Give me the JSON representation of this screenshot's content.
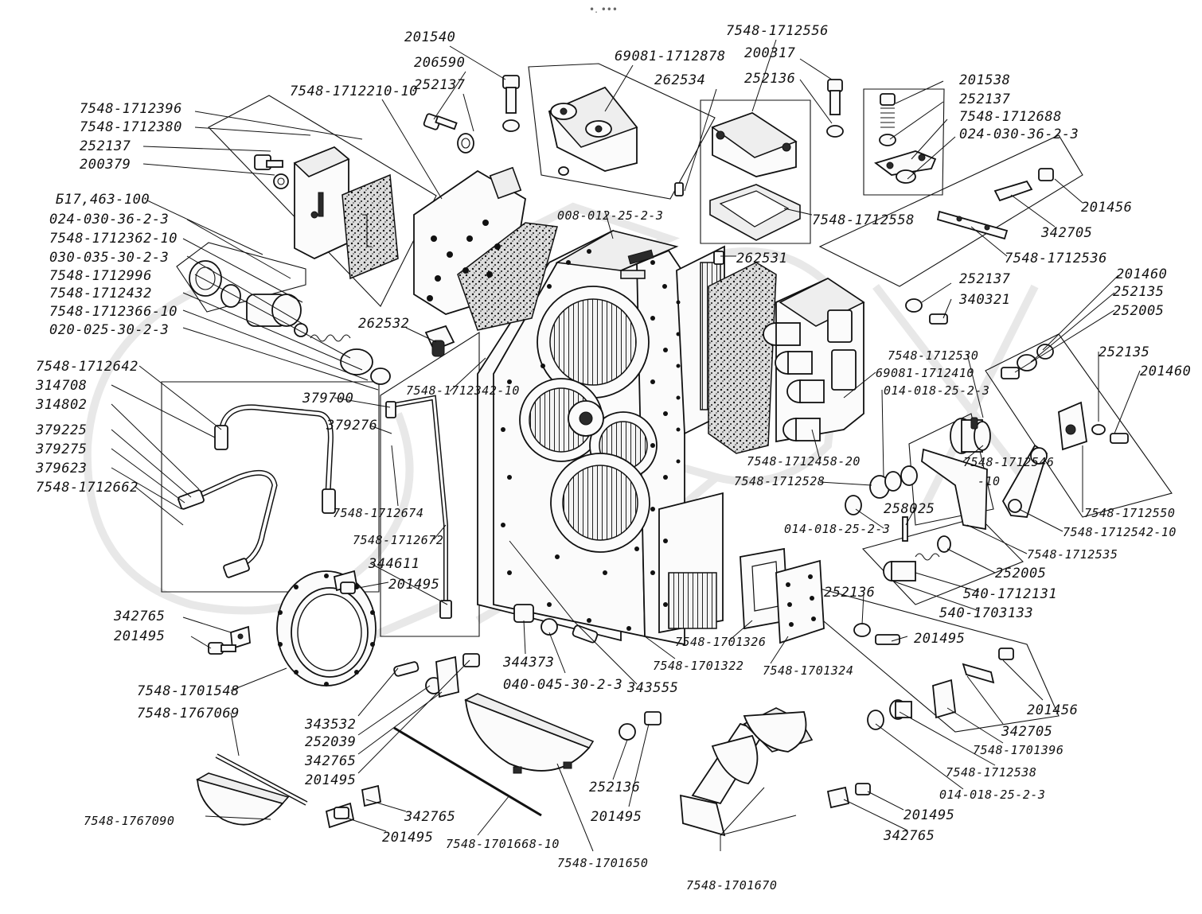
{
  "header": {
    "mark": "•. •••"
  },
  "labels": [
    {
      "id": "l1",
      "text": "201540"
    },
    {
      "id": "l2",
      "text": "206590"
    },
    {
      "id": "l3",
      "text": "252137"
    },
    {
      "id": "l4",
      "text": "69081-1712878"
    },
    {
      "id": "l5",
      "text": "7548-1712556"
    },
    {
      "id": "l6",
      "text": "200317"
    },
    {
      "id": "l7",
      "text": "252136"
    },
    {
      "id": "l8",
      "text": "262534"
    },
    {
      "id": "l9",
      "text": "7548-1712210-10"
    },
    {
      "id": "l10",
      "text": "201538"
    },
    {
      "id": "l11",
      "text": "252137"
    },
    {
      "id": "l12",
      "text": "7548-1712688"
    },
    {
      "id": "l13",
      "text": "024-030-36-2-3"
    },
    {
      "id": "l14",
      "text": "7548-1712396"
    },
    {
      "id": "l15",
      "text": "7548-1712380"
    },
    {
      "id": "l16",
      "text": "252137"
    },
    {
      "id": "l17",
      "text": "200379"
    },
    {
      "id": "l18",
      "text": "Б17,463-100"
    },
    {
      "id": "l19",
      "text": "024-030-36-2-3"
    },
    {
      "id": "l20",
      "text": "7548-1712362-10"
    },
    {
      "id": "l21",
      "text": "030-035-30-2-3"
    },
    {
      "id": "l22",
      "text": "7548-1712996"
    },
    {
      "id": "l23",
      "text": "7548-1712432"
    },
    {
      "id": "l24",
      "text": "7548-1712366-10"
    },
    {
      "id": "l25",
      "text": "020-025-30-2-3"
    },
    {
      "id": "l26",
      "text": "201456"
    },
    {
      "id": "l27",
      "text": "342705"
    },
    {
      "id": "l28",
      "text": "7548-1712536"
    },
    {
      "id": "l29",
      "text": "7548-1712558"
    },
    {
      "id": "l30",
      "text": "008-012-25-2-3"
    },
    {
      "id": "l31",
      "text": "262531"
    },
    {
      "id": "l32",
      "text": "252137"
    },
    {
      "id": "l33",
      "text": "340321"
    },
    {
      "id": "l34",
      "text": "201460"
    },
    {
      "id": "l35",
      "text": "252135"
    },
    {
      "id": "l36",
      "text": "252005"
    },
    {
      "id": "l37",
      "text": "262532"
    },
    {
      "id": "l38",
      "text": "7548-1712342-10"
    },
    {
      "id": "l39",
      "text": "7548-1712642"
    },
    {
      "id": "l40",
      "text": "314708"
    },
    {
      "id": "l41",
      "text": "314802"
    },
    {
      "id": "l42",
      "text": "379225"
    },
    {
      "id": "l43",
      "text": "379275"
    },
    {
      "id": "l44",
      "text": "379623"
    },
    {
      "id": "l45",
      "text": "7548-1712662"
    },
    {
      "id": "l46",
      "text": "379700"
    },
    {
      "id": "l47",
      "text": "379276"
    },
    {
      "id": "l48",
      "text": "7548-1712530"
    },
    {
      "id": "l49",
      "text": "69081-1712410"
    },
    {
      "id": "l50",
      "text": "014-018-25-2-3"
    },
    {
      "id": "l51",
      "text": "252135"
    },
    {
      "id": "l52",
      "text": "201460"
    },
    {
      "id": "l53",
      "text": "7548-1712458-20"
    },
    {
      "id": "l54",
      "text": "7548-1712528"
    },
    {
      "id": "l55",
      "text": "7548-1712546"
    },
    {
      "id": "l56",
      "text": "-10"
    },
    {
      "id": "l57",
      "text": "7548-1712674"
    },
    {
      "id": "l58",
      "text": "7548-1712672"
    },
    {
      "id": "l59",
      "text": "344611"
    },
    {
      "id": "l60",
      "text": "201495"
    },
    {
      "id": "l61",
      "text": "258025"
    },
    {
      "id": "l62",
      "text": "014-018-25-2-3"
    },
    {
      "id": "l63",
      "text": "7548-1712550"
    },
    {
      "id": "l64",
      "text": "7548-1712542-10"
    },
    {
      "id": "l65",
      "text": "7548-1712535"
    },
    {
      "id": "l66",
      "text": "252005"
    },
    {
      "id": "l67",
      "text": "540-1712131"
    },
    {
      "id": "l68",
      "text": "540-1703133"
    },
    {
      "id": "l69",
      "text": "342765"
    },
    {
      "id": "l70",
      "text": "201495"
    },
    {
      "id": "l71",
      "text": "252136"
    },
    {
      "id": "l72",
      "text": "201495"
    },
    {
      "id": "l73",
      "text": "344373"
    },
    {
      "id": "l74",
      "text": "040-045-30-2-3"
    },
    {
      "id": "l75",
      "text": "343555"
    },
    {
      "id": "l76",
      "text": "7548-1701326"
    },
    {
      "id": "l77",
      "text": "7548-1701322"
    },
    {
      "id": "l78",
      "text": "7548-1701324"
    },
    {
      "id": "l79",
      "text": "7548-1701548"
    },
    {
      "id": "l80",
      "text": "7548-1767069"
    },
    {
      "id": "l81",
      "text": "343532"
    },
    {
      "id": "l82",
      "text": "252039"
    },
    {
      "id": "l83",
      "text": "342765"
    },
    {
      "id": "l84",
      "text": "201495"
    },
    {
      "id": "l85",
      "text": "201456"
    },
    {
      "id": "l86",
      "text": "342705"
    },
    {
      "id": "l87",
      "text": "7548-1701396"
    },
    {
      "id": "l88",
      "text": "7548-1712538"
    },
    {
      "id": "l89",
      "text": "014-018-25-2-3"
    },
    {
      "id": "l90",
      "text": "252136"
    },
    {
      "id": "l91",
      "text": "201495"
    },
    {
      "id": "l92",
      "text": "7548-1767090"
    },
    {
      "id": "l93",
      "text": "342765"
    },
    {
      "id": "l94",
      "text": "201495"
    },
    {
      "id": "l95",
      "text": "201495"
    },
    {
      "id": "l96",
      "text": "342765"
    },
    {
      "id": "l97",
      "text": "7548-1701668-10"
    },
    {
      "id": "l98",
      "text": "7548-1701650"
    },
    {
      "id": "l99",
      "text": "7548-1701670"
    }
  ]
}
